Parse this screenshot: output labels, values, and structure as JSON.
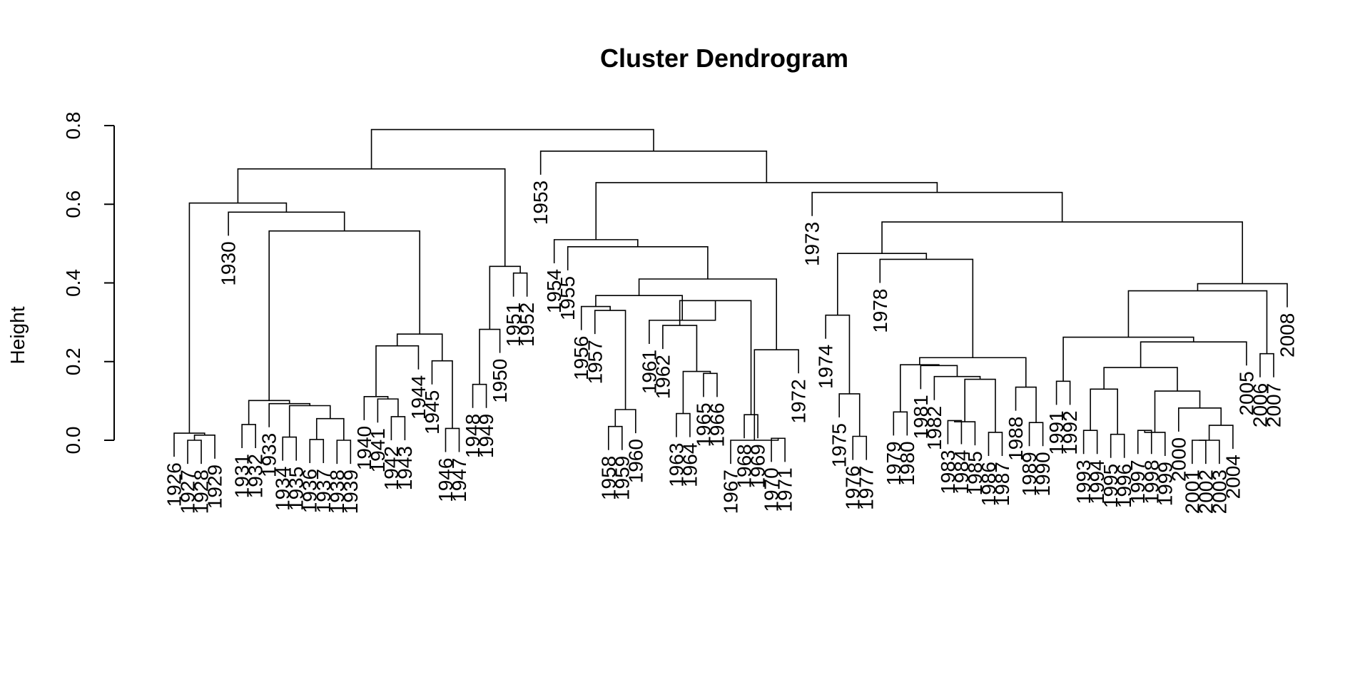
{
  "chart_data": {
    "type": "dendrogram",
    "title": "Cluster Dendrogram",
    "ylabel": "Height",
    "xlabel": "",
    "ylim": [
      0,
      0.8
    ],
    "yticks": [
      "0.0",
      "0.2",
      "0.4",
      "0.6",
      "0.8"
    ],
    "leaves": [
      "1926",
      "1927",
      "1928",
      "1929",
      "1930",
      "1931",
      "1932",
      "1933",
      "1934",
      "1935",
      "1936",
      "1937",
      "1938",
      "1939",
      "1940",
      "1941",
      "1942",
      "1943",
      "1944",
      "1945",
      "1946",
      "1947",
      "1948",
      "1949",
      "1950",
      "1951",
      "1952",
      "1953",
      "1954",
      "1955",
      "1956",
      "1957",
      "1958",
      "1959",
      "1960",
      "1961",
      "1962",
      "1963",
      "1964",
      "1965",
      "1966",
      "1967",
      "1968",
      "1969",
      "1970",
      "1971",
      "1972",
      "1973",
      "1974",
      "1975",
      "1976",
      "1977",
      "1978",
      "1979",
      "1980",
      "1981",
      "1982",
      "1983",
      "1984",
      "1985",
      "1986",
      "1987",
      "1988",
      "1989",
      "1990",
      "1991",
      "1992",
      "1993",
      "1994",
      "1995",
      "1996",
      "1997",
      "1998",
      "1999",
      "2000",
      "2001",
      "2002",
      "2003",
      "2004",
      "2005",
      "2006",
      "2007",
      "2008"
    ],
    "merges": [
      {
        "a": "1927",
        "b": "1928",
        "h": 0.0
      },
      {
        "a": "m1",
        "b": "1929",
        "h": 0.013
      },
      {
        "a": "1926",
        "b": "m2",
        "h": 0.018
      },
      {
        "a": "1931",
        "b": "1932",
        "h": 0.04
      },
      {
        "a": "1934",
        "b": "1935",
        "h": 0.008
      },
      {
        "a": "1936",
        "b": "1937",
        "h": 0.002
      },
      {
        "a": "1938",
        "b": "1939",
        "h": 0.0
      },
      {
        "a": "m6",
        "b": "m7",
        "h": 0.055
      },
      {
        "a": "m5",
        "b": "m8",
        "h": 0.088
      },
      {
        "a": "1933",
        "b": "m9",
        "h": 0.093
      },
      {
        "a": "m4",
        "b": "m10",
        "h": 0.101
      },
      {
        "a": "1942",
        "b": "1943",
        "h": 0.06
      },
      {
        "a": "1941",
        "b": "m12",
        "h": 0.105
      },
      {
        "a": "1940",
        "b": "m13",
        "h": 0.111
      },
      {
        "a": "1946",
        "b": "1947",
        "h": 0.03
      },
      {
        "a": "1945",
        "b": "m15",
        "h": 0.202
      },
      {
        "a": "m14",
        "b": "1944",
        "h": 0.24
      },
      {
        "a": "m17",
        "b": "m16",
        "h": 0.27
      },
      {
        "a": "m11",
        "b": "m18",
        "h": 0.532
      },
      {
        "a": "1930",
        "b": "m19",
        "h": 0.58
      },
      {
        "a": "m3",
        "b": "m20",
        "h": 0.603
      },
      {
        "a": "1948",
        "b": "1949",
        "h": 0.142
      },
      {
        "a": "m22",
        "b": "1950",
        "h": 0.282
      },
      {
        "a": "1951",
        "b": "1952",
        "h": 0.425
      },
      {
        "a": "m23",
        "b": "m24",
        "h": 0.442
      },
      {
        "a": "m21",
        "b": "m25",
        "h": 0.69
      },
      {
        "a": "1958",
        "b": "1959",
        "h": 0.035
      },
      {
        "a": "m27",
        "b": "1960",
        "h": 0.078
      },
      {
        "a": "1957",
        "b": "m28",
        "h": 0.33
      },
      {
        "a": "1956",
        "b": "m29",
        "h": 0.34
      },
      {
        "a": "1963",
        "b": "1964",
        "h": 0.068
      },
      {
        "a": "1965",
        "b": "1966",
        "h": 0.17
      },
      {
        "a": "m31",
        "b": "m32",
        "h": 0.175
      },
      {
        "a": "1962",
        "b": "m33",
        "h": 0.292
      },
      {
        "a": "1968",
        "b": "1969",
        "h": 0.065
      },
      {
        "a": "m34",
        "b": "m35",
        "h": 0.355
      },
      {
        "a": "1961",
        "b": "m36",
        "h": 0.305
      },
      {
        "a": "m30",
        "b": "m37",
        "h": 0.368
      },
      {
        "a": "1970",
        "b": "1971",
        "h": 0.005
      },
      {
        "a": "1967",
        "b": "m39",
        "h": 0.0
      },
      {
        "a": "m40",
        "b": "1972",
        "h": 0.23
      },
      {
        "a": "m38",
        "b": "m41",
        "h": 0.41
      },
      {
        "a": "1955",
        "b": "m42",
        "h": 0.492
      },
      {
        "a": "1954",
        "b": "m43",
        "h": 0.51
      },
      {
        "a": "1976",
        "b": "1977",
        "h": 0.01
      },
      {
        "a": "1975",
        "b": "m45",
        "h": 0.118
      },
      {
        "a": "1974",
        "b": "m46",
        "h": 0.318
      },
      {
        "a": "1979",
        "b": "1980",
        "h": 0.072
      },
      {
        "a": "1983",
        "b": "1984",
        "h": 0.05
      },
      {
        "a": "m49",
        "b": "1985",
        "h": 0.047
      },
      {
        "a": "1986",
        "b": "1987",
        "h": 0.02
      },
      {
        "a": "m50",
        "b": "m51",
        "h": 0.155
      },
      {
        "a": "1982",
        "b": "m52",
        "h": 0.162
      },
      {
        "a": "1981",
        "b": "m53",
        "h": 0.19
      },
      {
        "a": "m48",
        "b": "m54",
        "h": 0.192
      },
      {
        "a": "1989",
        "b": "1990",
        "h": 0.045
      },
      {
        "a": "1988",
        "b": "m56",
        "h": 0.135
      },
      {
        "a": "m55",
        "b": "m57",
        "h": 0.21
      },
      {
        "a": "1978",
        "b": "m58",
        "h": 0.46
      },
      {
        "a": "m47",
        "b": "m59",
        "h": 0.475
      },
      {
        "a": "1991",
        "b": "1992",
        "h": 0.15
      },
      {
        "a": "1993",
        "b": "1994",
        "h": 0.025
      },
      {
        "a": "1995",
        "b": "1996",
        "h": 0.015
      },
      {
        "a": "m62",
        "b": "m63",
        "h": 0.13
      },
      {
        "a": "1997",
        "b": "1998",
        "h": 0.025
      },
      {
        "a": "m65",
        "b": "1999",
        "h": 0.02
      },
      {
        "a": "2001",
        "b": "2002",
        "h": 0.0
      },
      {
        "a": "m67",
        "b": "2003",
        "h": 0.0
      },
      {
        "a": "m68",
        "b": "2004",
        "h": 0.038
      },
      {
        "a": "2000",
        "b": "m69",
        "h": 0.082
      },
      {
        "a": "m66",
        "b": "m70",
        "h": 0.125
      },
      {
        "a": "m64",
        "b": "m71",
        "h": 0.185
      },
      {
        "a": "m72",
        "b": "2005",
        "h": 0.25
      },
      {
        "a": "m61",
        "b": "m73",
        "h": 0.262
      },
      {
        "a": "2006",
        "b": "2007",
        "h": 0.22
      },
      {
        "a": "m74",
        "b": "m75",
        "h": 0.38
      },
      {
        "a": "m76",
        "b": "2008",
        "h": 0.398
      },
      {
        "a": "m60",
        "b": "m77",
        "h": 0.555
      },
      {
        "a": "1973",
        "b": "m78",
        "h": 0.63
      },
      {
        "a": "m44",
        "b": "m79",
        "h": 0.655
      },
      {
        "a": "1953",
        "b": "m80",
        "h": 0.735
      },
      {
        "a": "m26",
        "b": "m81",
        "h": 0.79
      }
    ]
  }
}
